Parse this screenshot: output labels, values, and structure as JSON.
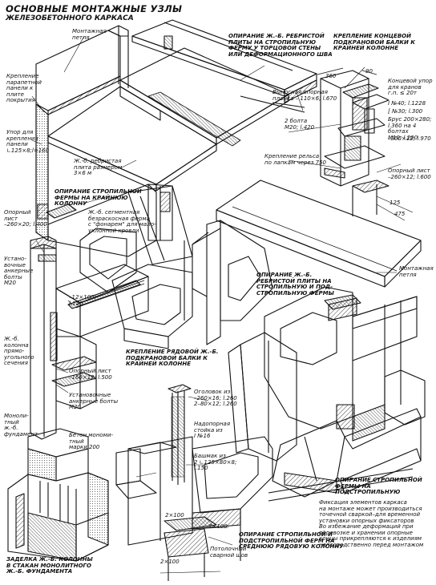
{
  "title": "ОСНОВНЫЕ МОНТАЖНЫЕ УЗЛЫ",
  "subtitle": "ЖЕЛЕЗОБЕТОННОГО КАРКАСА",
  "labels": {
    "montazhnaya_petlya_top": "Монтажная\nпетля",
    "kreplenie_parapetnoy": "Крепление\nпарапетной\nпанели к\nплите\nпокрытия",
    "upor_dlya_krepleniya": "Упор для\nкрепления\nпанели\n∟125×8;l=160",
    "opiranie_plity_top": "ОПИРАНИЕ Ж.-Б. РЕБРИСТОЙ\nПЛИТЫ НА СТРОПИЛЬНУЮ\nФЕРМУ У ТОРЦОВОЙ СТЕНЫ\nИЛИ ДЕФОРМАЦИОННОГО ШВА",
    "vynosnaya_opornaya": "Выносная опорная\nпланка – 110×6; l.670",
    "kreplenie_kontsevoy": "КРЕПЛЕНИЕ КОНЦЕВОЙ\nПОДКРАНОВОЙ БАЛКИ К\nКРАЙНЕЙ КОЛОННЕ",
    "kontsevoy_upor": "Концевой упор\nдля кранов\nг.п. ≤ 20т",
    "i40": "I №40; l.1228",
    "c30": "[ №30; l.300",
    "brus": "Брус 200×280;\nl.360 на 4 болтах\nМ10; l.200",
    "dim_300x12": "–300×12; l.970",
    "dim_360": "360",
    "dim_90": "90",
    "bolta_2": "2 болта\nМ20; l.420",
    "kreplenie_relsa": "Крепление рельса\nпо лапкам через 750",
    "opornyy_list_right": "Опорный лист\n–260×12; l.600",
    "dim_125": "125",
    "dim_475": "475",
    "zh_b_rebristaya": "Ж.-б. ребристая\nплита размером\n3×6 м",
    "opiranie_stropilnoy": "ОПИРАНИЕ СТРОПИЛЬНОЙ\nФЕРМЫ НА КРАЙНЮЮ\nКОЛОННУ",
    "zh_b_segmentnaya": "Ж.-б. сегментная\nбезраскосная ферма\nс \"фонарем\" для мало-\nуклонной кровли",
    "opornyy_list_left": "Опорный\nлист\n–260×20; l.400",
    "ustanovochnye_bolty_left": "Устано-\nвочные\nанкерные\nболты\nМ20",
    "dim_12x100": "–12×100;\nl.150",
    "montazhnaya_petlya_right": "Монтажная\nпетля",
    "opiranie_plity_mid": "ОПИРАНИЕ Ж.-Б.\nРЕБРИСТОЙ ПЛИТЫ НА\nСТРОПИЛЬНУЮ И ПОД-\nСТРОПИЛЬНУЮ ФЕРМЫ",
    "zh_b_kolonna": "Ж.-б.\nколонна\nпрямо-\nугольного\nсечения",
    "kreplenie_ryadovoy": "КРЕПЛЕНИЕ РЯДОВОЙ Ж.-Б.\nПОДКРАНОВОЙ БАЛКИ К\nКРАЙНЕЙ КОЛОННЕ",
    "opornyy_list_mid": "Опорный лист\n–160×12; l.500",
    "ustanovochnye_bolty_mid": "Установочные\nанкерные болты\nМ20",
    "monolitnyy_fundament": "Моноли-\nтный\nж.-б.\nфундамент",
    "beton": "Бетон мономи-\nтный\nмарки 200",
    "ogolovok": "Оголовок из\n–260×16; l.260\n2–80×12; l.260",
    "nadopornaya": "Надопорная\nстойка из\nI №16",
    "bashmak": "Башмак из\n2 ∟125×80×8;\nl.150",
    "opiranie_stropilnoy_fermy": "ОПИРАНИЕ СТРОПИЛЬНОЙ\nФЕРМЫ НА ПОДСТРОПИЛЬНУЮ",
    "fiksatsiya": "Фиксация элементов каркаса\nна монтаже может производиться\nточечной сваркой–для временной\nустановки опорных фиксаторов\nВо избежание деформаций при\nперевозке и хранении опорные\nконцы прикрепляются к изделиям\nнепосредственно перед монтажом",
    "dim_2x100_a": "2×100",
    "dim_2x100_b": "2×100",
    "dim_2x100_c": "2×100",
    "opiranie_sredney": "ОПИРАНИЕ СТРОПИЛЬНОЙ И\nПОДСТРОПИЛЬНОЙ ФЕРМ НА\nСРЕДНЮЮ РЯДОВУЮ КОЛОННУ",
    "potolochnyy_svarnoy": "Потолочный\nсварной шов",
    "zadelka": "ЗАДЕЛКА Ж.-Б. КОЛОННЫ\nВ СТАКАН МОНОЛИТНОГО\nЖ.-Б. ФУНДАМЕНТА"
  }
}
